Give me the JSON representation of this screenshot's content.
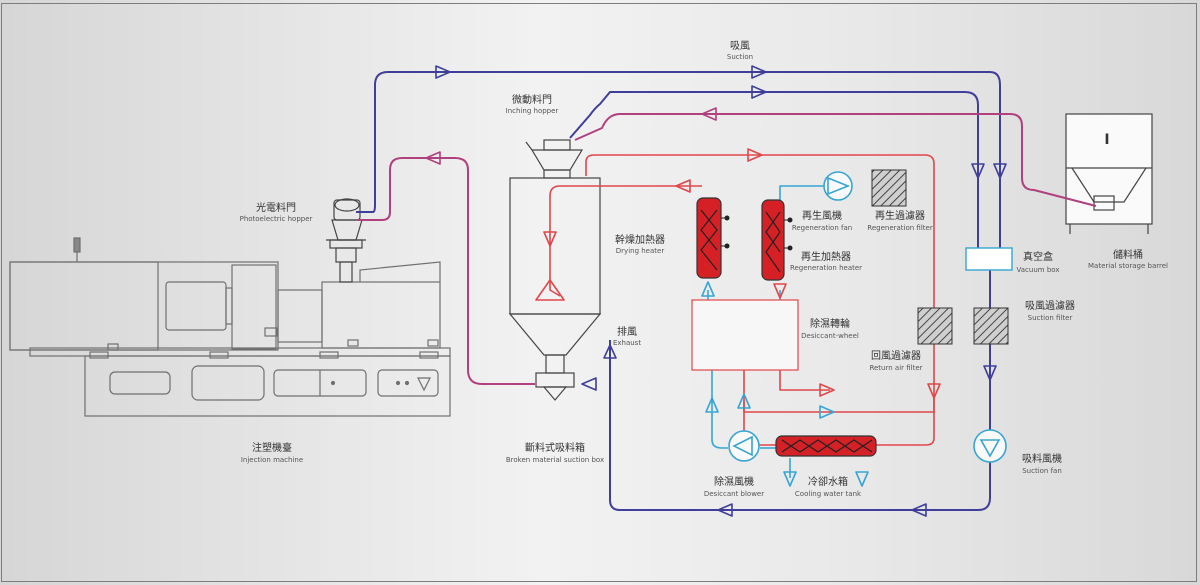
{
  "labels": {
    "suction_zh": "吸風",
    "suction_en": "Suction",
    "inching_hopper_zh": "微動料門",
    "inching_hopper_en": "Inching hopper",
    "photo_hopper_zh": "光電料門",
    "photo_hopper_en": "Photoelectric hopper",
    "regen_fan_zh": "再生風機",
    "regen_fan_en": "Regeneration fan",
    "regen_filter_zh": "再生過濾器",
    "regen_filter_en": "Regeneration filter",
    "drying_heater_zh": "幹燥加熱器",
    "drying_heater_en": "Drying heater",
    "regen_heater_zh": "再生加熱器",
    "regen_heater_en": "Regeneration heater",
    "storage_zh": "儲料桶",
    "storage_en": "Material storage barrel",
    "vacuum_box_zh": "真空盒",
    "vacuum_box_en": "Vacuum box",
    "suction_filter_zh": "吸風過濾器",
    "suction_filter_en": "Suction filter",
    "desiccant_wheel_zh": "除濕轉輪",
    "desiccant_wheel_en": "Desiccant-wheel",
    "exhaust_zh": "排風",
    "exhaust_en": "Exhaust",
    "return_filter_zh": "回風過濾器",
    "return_filter_en": "Return air filter",
    "injection_zh": "注塑機臺",
    "injection_en": "Injection machine",
    "broken_box_zh": "斷料式吸料箱",
    "broken_box_en": "Broken material suction box",
    "suction_fan_zh": "吸料風機",
    "suction_fan_en": "Suction fan",
    "desiccant_blower_zh": "除濕風機",
    "desiccant_blower_en": "Desiccant blower",
    "cooling_tank_zh": "冷卻水箱",
    "cooling_tank_en": "Cooling water tank",
    "storage_mark": "I"
  },
  "colors": {
    "suction_line": "#3f3f9a",
    "material_line": "#b0407e",
    "hot_air_line": "#e0474a",
    "regen_line": "#35a6d4",
    "heater_fill": "#d52026",
    "machine_stroke": "#707070"
  }
}
